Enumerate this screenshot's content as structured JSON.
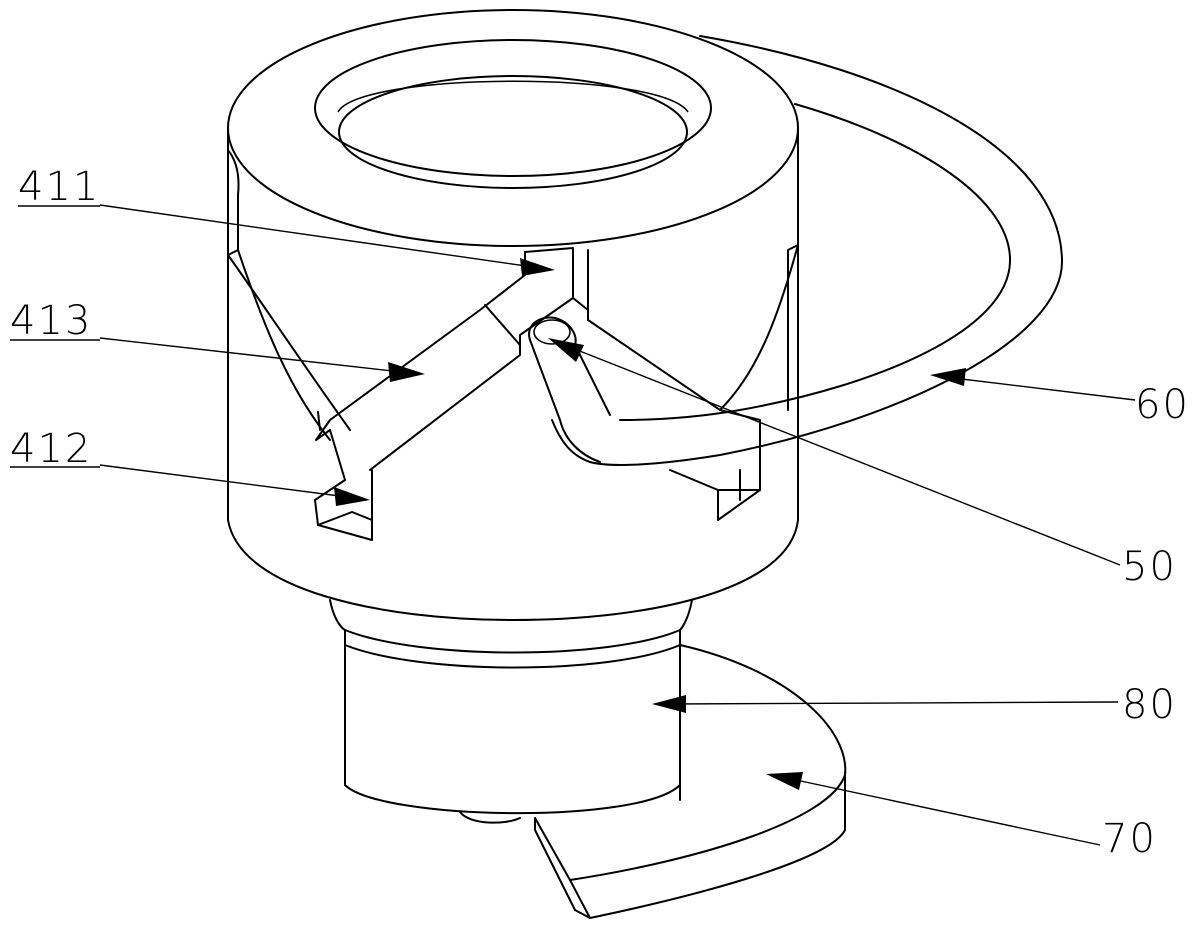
{
  "labels": {
    "l411": "411",
    "l413": "413",
    "l412": "412",
    "l60": "60",
    "l50": "50",
    "l80": "80",
    "l70": "70"
  },
  "colors": {
    "ink": "#000000",
    "paper": "#ffffff"
  }
}
